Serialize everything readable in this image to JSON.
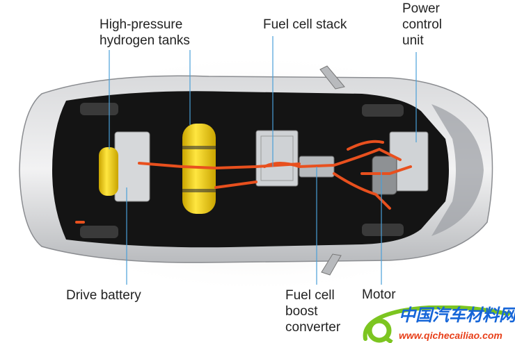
{
  "labels": {
    "tanks": [
      "High-pressure",
      "hydrogen tanks"
    ],
    "stack": "Fuel cell stack",
    "pcu": [
      "Power",
      "control",
      "unit"
    ],
    "battery": "Drive battery",
    "boost": [
      "Fuel cell",
      "boost",
      "converter"
    ],
    "motor": "Motor"
  },
  "watermark": {
    "name": "中国汽车材料网",
    "url": "www.qichecailiao.com"
  },
  "colors": {
    "leader": "#4a9fd8",
    "tank": "#f5d000",
    "pipe": "#e8501e",
    "logo_green": "#7cc520"
  }
}
